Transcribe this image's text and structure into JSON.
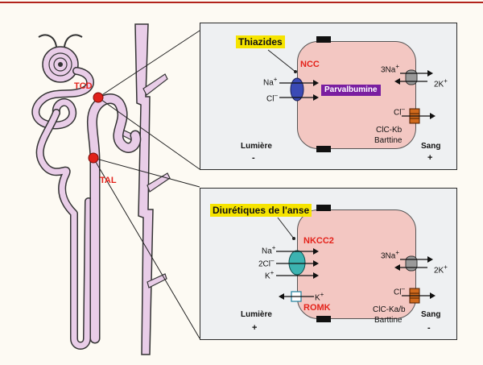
{
  "colors": {
    "top_rule": "#b2231b",
    "cell_fill": "#f3c7c2",
    "panel_fill": "#eef0f2",
    "tubule_fill": "#e9cde8",
    "site_red": "#e0221b",
    "highlight_yellow": "#f6e400",
    "parvalbumine_purple": "#7a1ea0",
    "ncc_blue": "#3b4ab5",
    "nkcc2_teal": "#3cb3b1",
    "pump_gray": "#9a9a9a",
    "channel_orange": "#d06a1c"
  },
  "nephron": {
    "site_tcd": "TCD",
    "site_tal": "TAL"
  },
  "top_panel": {
    "drug": "Thiazides",
    "transporter": "NCC",
    "lumen_ions": [
      "Na",
      "Cl"
    ],
    "lumen_ion_charges": [
      "+",
      "–"
    ],
    "protein": "Parvalbumine",
    "pump": {
      "ion": "3Na",
      "ion_charge": "+",
      "counter_ion": "2K",
      "counter_charge": "+"
    },
    "channel": {
      "ion": "Cl",
      "ion_charge": "–",
      "name": "ClC-Kb",
      "subunit": "Barttine"
    },
    "lumen_label": "Lumière",
    "lumen_sign": "-",
    "blood_label": "Sang",
    "blood_sign": "+"
  },
  "bottom_panel": {
    "drug": "Diurétiques de l'anse",
    "transporter": "NKCC2",
    "lumen_ions": [
      "Na",
      "2Cl",
      "K"
    ],
    "lumen_ion_charges": [
      "+",
      "–",
      "+"
    ],
    "romk": {
      "name": "ROMK",
      "ion": "K",
      "ion_charge": "+"
    },
    "pump": {
      "ion": "3Na",
      "ion_charge": "+",
      "counter_ion": "2K",
      "counter_charge": "+"
    },
    "channel": {
      "ion": "Cl",
      "ion_charge": "–",
      "name": "ClC-Ka/b",
      "subunit": "Barttine"
    },
    "lumen_label": "Lumière",
    "lumen_sign": "+",
    "blood_label": "Sang",
    "blood_sign": "-"
  }
}
